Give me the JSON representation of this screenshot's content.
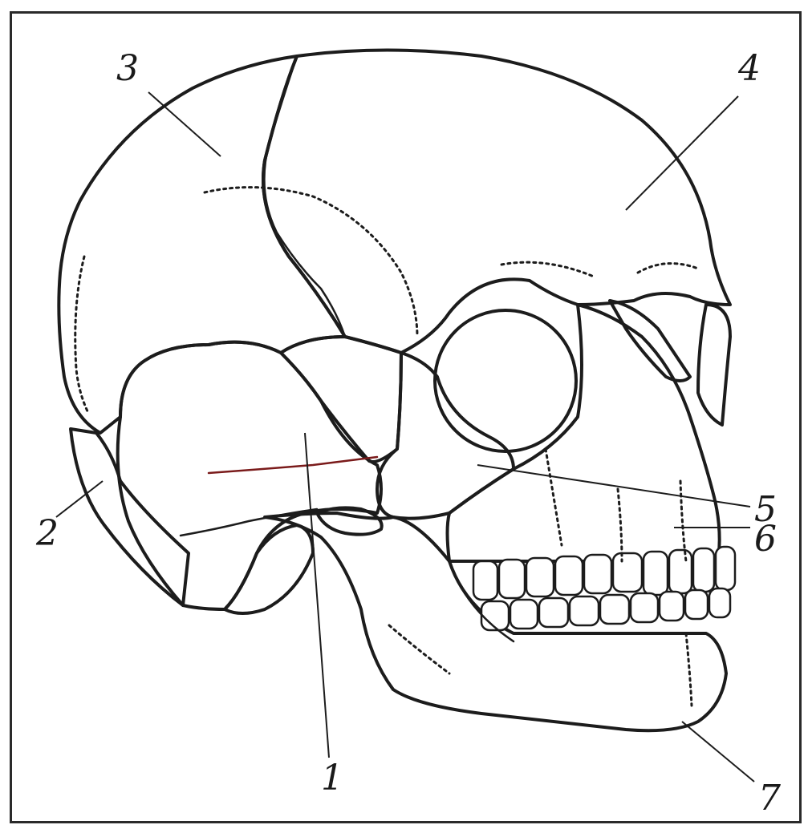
{
  "diagram": {
    "labels": [
      {
        "id": "1",
        "text": "1"
      },
      {
        "id": "2",
        "text": "2"
      },
      {
        "id": "3",
        "text": "3"
      },
      {
        "id": "4",
        "text": "4"
      },
      {
        "id": "5",
        "text": "5"
      },
      {
        "id": "6",
        "text": "6"
      },
      {
        "id": "7",
        "text": "7"
      }
    ]
  },
  "colors": {
    "frontal": "#f7f0a2",
    "parietal": "#d7cc6d",
    "occipital": "#b3a747",
    "temporal": "#dedfd6",
    "sphenoid": "#b86a42",
    "zygomatic": "#9aa094",
    "maxilla": "#f4d0c2",
    "mandible": "#e8a07a",
    "nasal": "#a85a3a",
    "teeth": "#ffffff",
    "outline": "#1c1c1c"
  }
}
